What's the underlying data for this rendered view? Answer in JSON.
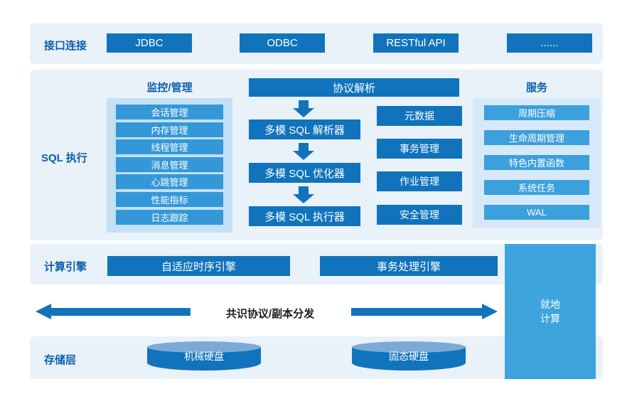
{
  "palette": {
    "primary_dark_blue": "#1173bb",
    "medium_blue": "#3498d8",
    "services_blue": "#3ba0dc",
    "inplace_blue": "#3da4de",
    "band_background": "#e9f1f9",
    "monitor_panel": "#c3e0f5",
    "services_panel": "#d7e8f8",
    "cylinder_top": "#7caad8",
    "label_blue": "#0c5fae",
    "consensus_text": "#1c1c1c"
  },
  "interface_layer": {
    "label": "接口连接",
    "connectors": [
      "JDBC",
      "ODBC",
      "RESTful API",
      "......"
    ]
  },
  "sql_layer": {
    "label": "SQL 执行",
    "monitor": {
      "title": "监控/管理",
      "items": [
        "会话管理",
        "内存管理",
        "线程管理",
        "消息管理",
        "心跳管理",
        "性能指标",
        "日志跟踪"
      ]
    },
    "pipeline": {
      "header": "协议解析",
      "stages": [
        "多模 SQL 解析器",
        "多模 SQL 优化器",
        "多模 SQL 执行器"
      ]
    },
    "management": {
      "items": [
        "元数据",
        "事务管理",
        "作业管理",
        "安全管理"
      ]
    },
    "services": {
      "title": "服务",
      "items": [
        "周期压缩",
        "生命周期管理",
        "特色内置函数",
        "系统任务",
        "WAL"
      ]
    }
  },
  "compute_layer": {
    "label": "计算引擎",
    "engines": [
      "自适应时序引擎",
      "事务处理引擎"
    ]
  },
  "consensus": {
    "label": "共识协议/副本分发"
  },
  "inplace_compute": {
    "line1": "就地",
    "line2": "计算"
  },
  "storage_layer": {
    "label": "存储层",
    "disks": [
      "机械硬盘",
      "固态硬盘"
    ]
  }
}
